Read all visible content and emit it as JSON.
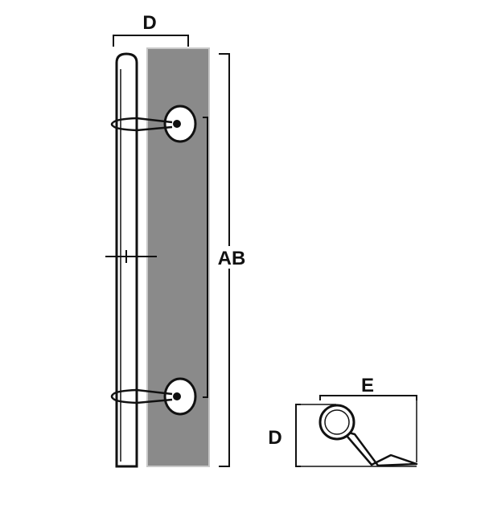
{
  "labels": {
    "top_width": "D",
    "height": "AB",
    "side_width": "E",
    "side_depth": "D"
  },
  "colors": {
    "line": "#111111",
    "door_panel": "#8a8a8a",
    "door_panel_edge": "#c8c8c8",
    "bar_fill": "#ffffff"
  }
}
